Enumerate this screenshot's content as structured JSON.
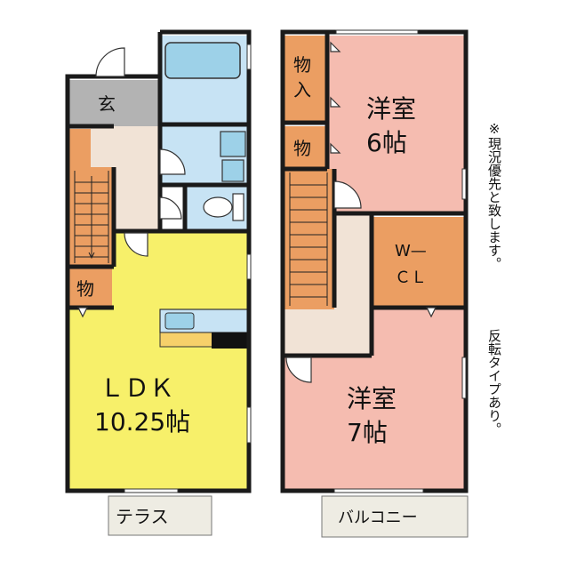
{
  "rooms": {
    "genkan": "玄",
    "storage_1": "物",
    "ldk_name": "ＬＤＫ",
    "ldk_size": "10.25帖",
    "terrace": "テラス",
    "storage_upper_1": "物",
    "storage_upper_1b": "入",
    "storage_upper_2": "物",
    "western_6_name": "洋室",
    "western_6_size": "6帖",
    "wcl_1": "W—",
    "wcl_2": "ＣＬ",
    "western_7_name": "洋室",
    "western_7_size": "7帖",
    "balcony": "バルコニー"
  },
  "notes": {
    "current_priority": "※現況優先と致します。",
    "reversed": "反転タイプあり。"
  },
  "colors": {
    "ldk": "#f7f06a",
    "western": "#f5bcb0",
    "storage": "#eb9e62",
    "genkan": "#b2b2b2",
    "bath": "#c7e3f4",
    "corridor": "#f1e3d6",
    "wall": "#1a1a1a"
  }
}
